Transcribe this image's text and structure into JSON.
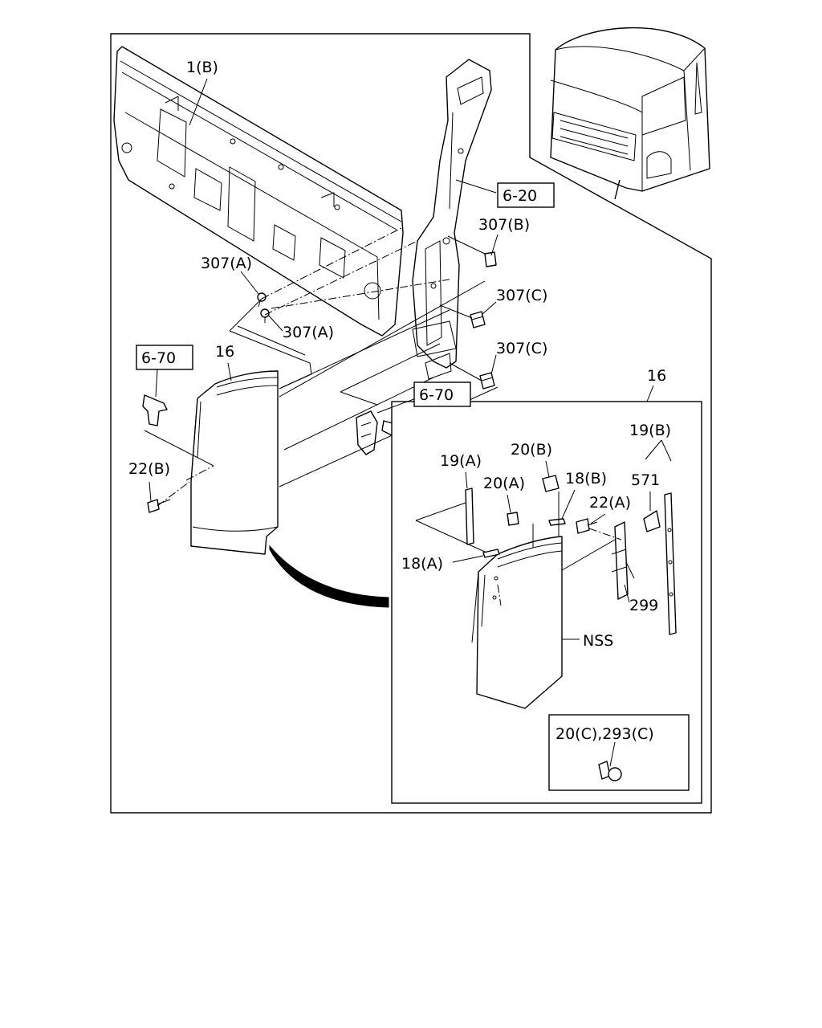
{
  "labels": {
    "part_1b": "1(B)",
    "ref_6_20": "6-20",
    "part_307b": "307(B)",
    "part_307a_top": "307(A)",
    "part_307c_top": "307(C)",
    "part_307a_bottom": "307(A)",
    "part_307c_bottom": "307(C)",
    "ref_6_70_left": "6-70",
    "part_16_left": "16",
    "ref_6_70_mid": "6-70",
    "part_16_right": "16",
    "part_22b": "22(B)",
    "part_19b": "19(B)",
    "part_20b": "20(B)",
    "part_19a": "19(A)",
    "part_20a": "20(A)",
    "part_18b": "18(B)",
    "part_571": "571",
    "part_22a": "22(A)",
    "part_18a": "18(A)",
    "part_299": "299",
    "nss": "NSS",
    "inset_20c_293c": "20(C),293(C)"
  }
}
